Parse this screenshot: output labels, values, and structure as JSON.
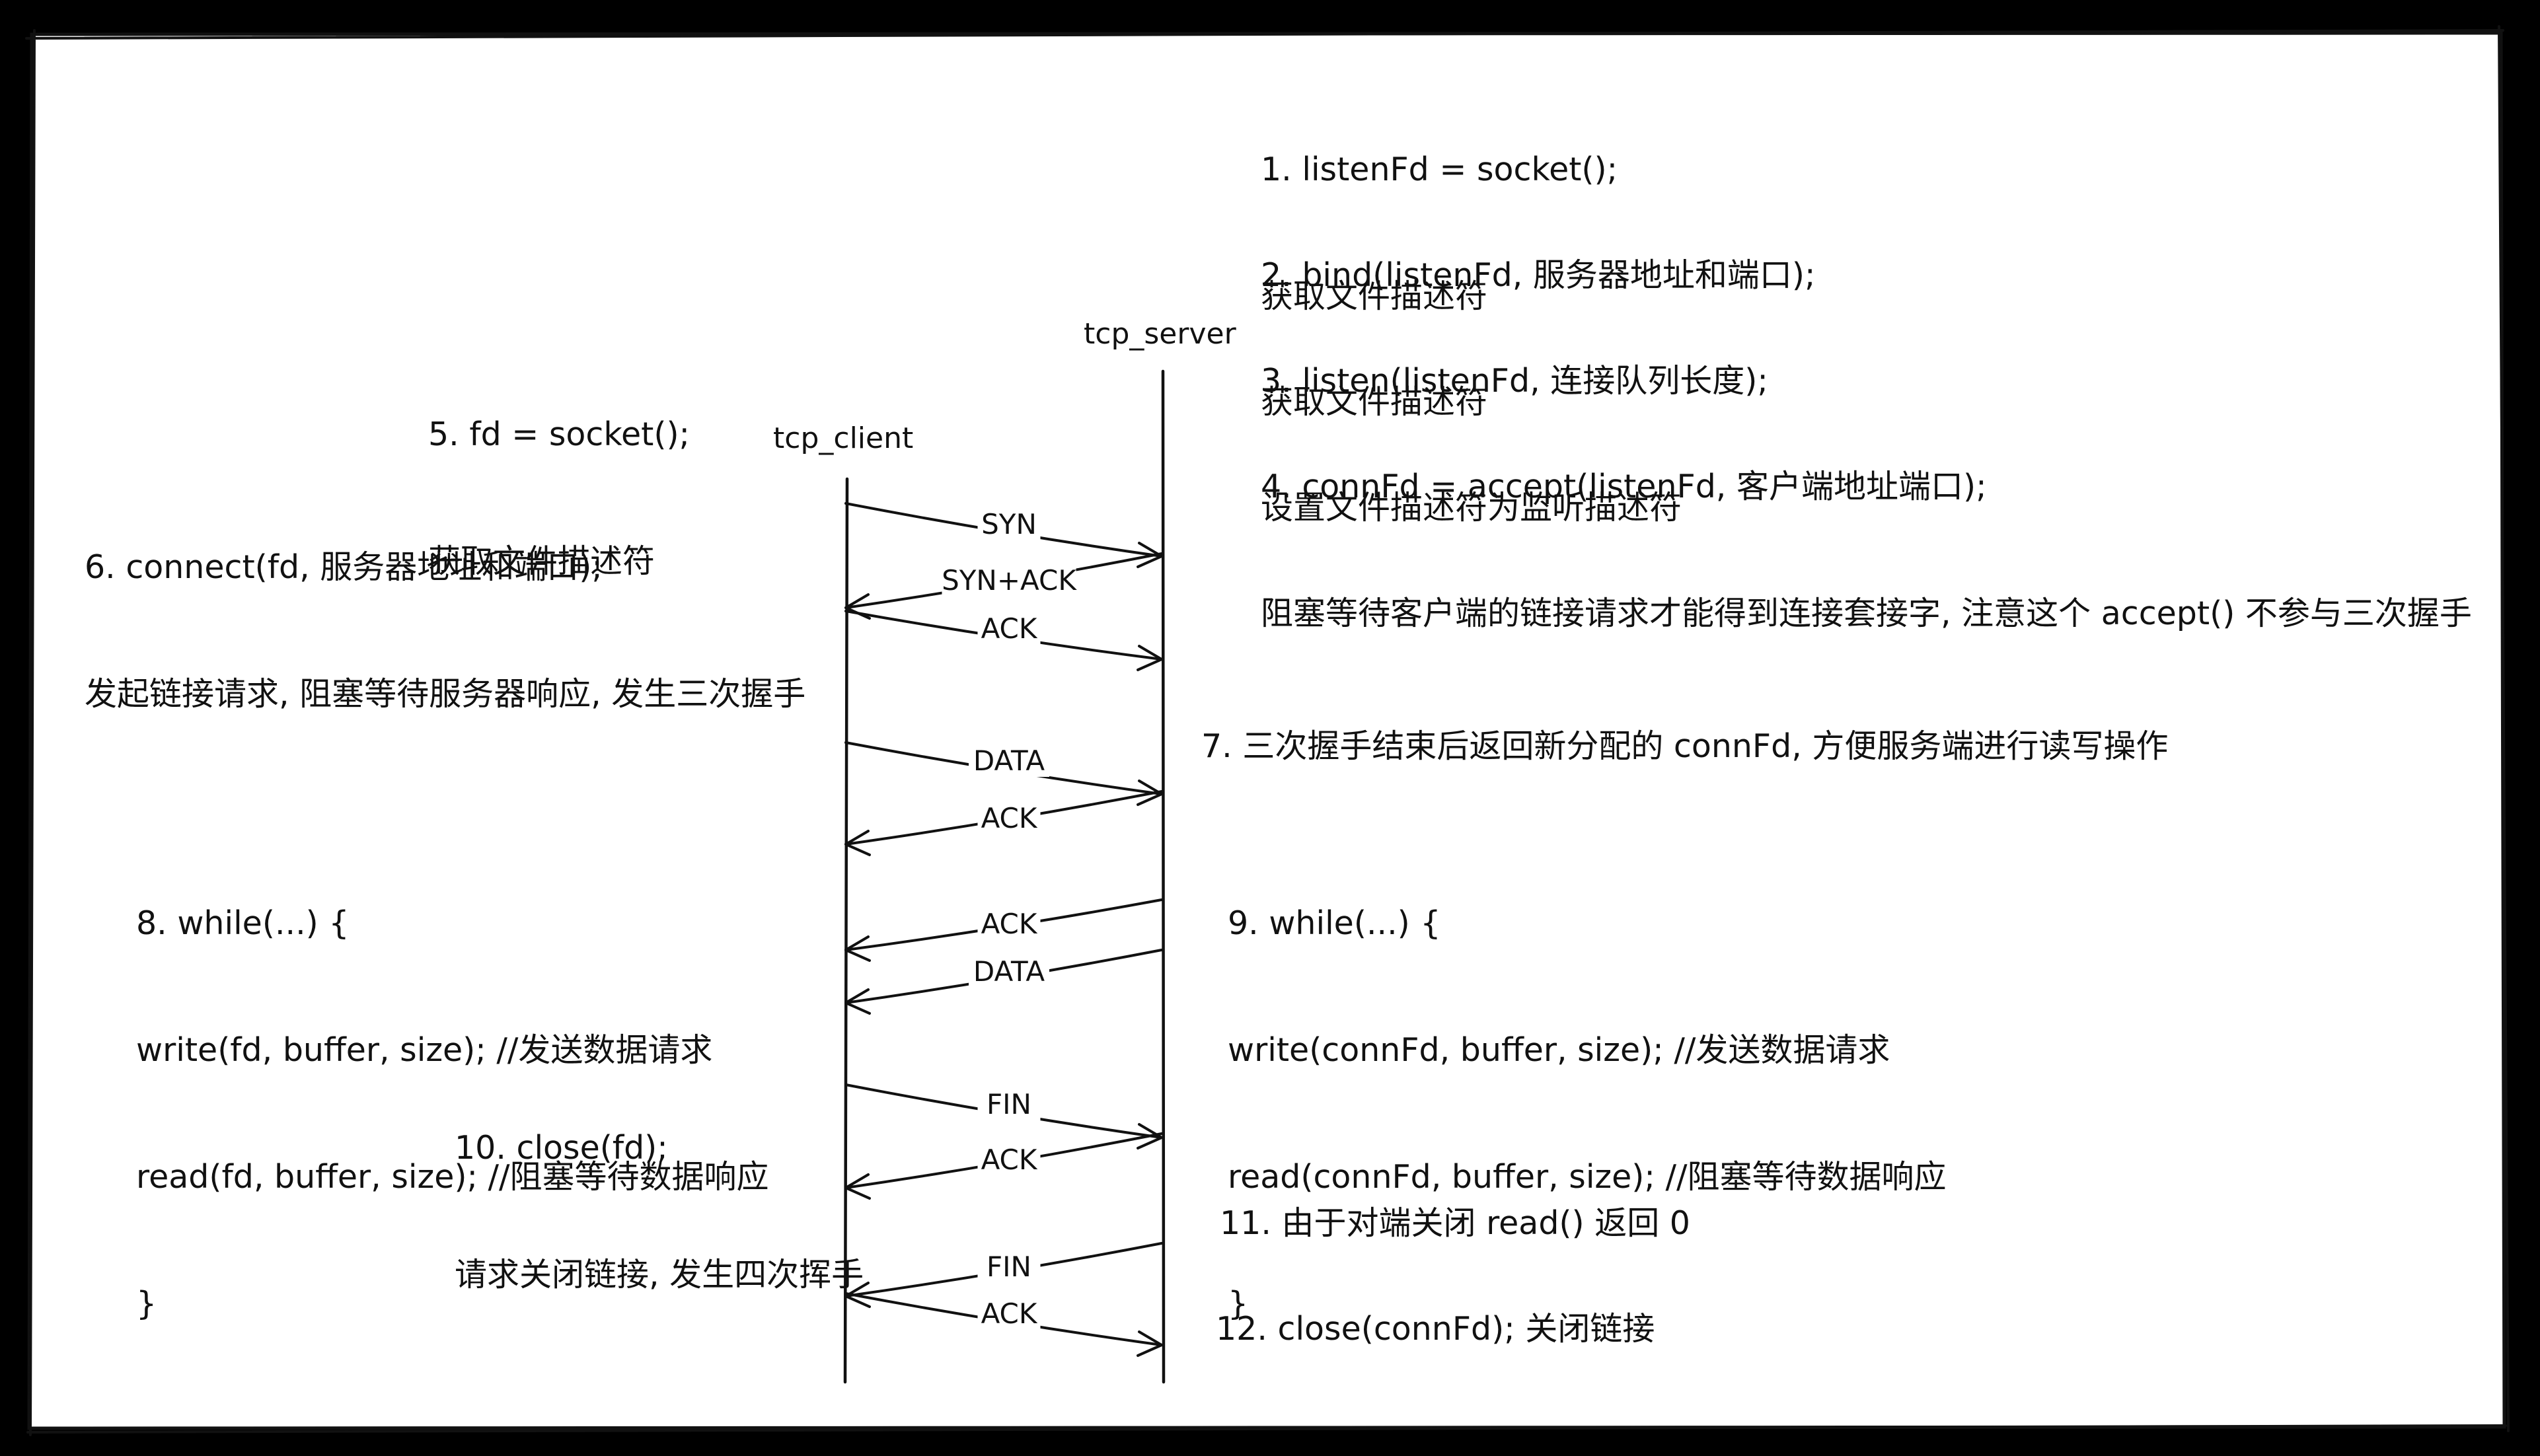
{
  "participants": {
    "client": "tcp_client",
    "server": "tcp_server"
  },
  "messages": [
    {
      "label": "SYN",
      "direction": "client-to-server"
    },
    {
      "label": "SYN+ACK",
      "direction": "server-to-client"
    },
    {
      "label": "ACK",
      "direction": "client-to-server"
    },
    {
      "label": "DATA",
      "direction": "client-to-server"
    },
    {
      "label": "ACK",
      "direction": "server-to-client"
    },
    {
      "label": "ACK",
      "direction": "server-to-client"
    },
    {
      "label": "DATA",
      "direction": "server-to-client"
    },
    {
      "label": "FIN",
      "direction": "client-to-server"
    },
    {
      "label": "ACK",
      "direction": "server-to-client"
    },
    {
      "label": "FIN",
      "direction": "server-to-client"
    },
    {
      "label": "ACK",
      "direction": "client-to-server"
    }
  ],
  "notes": {
    "n1": [
      "1. listenFd = socket();",
      "获取文件描述符"
    ],
    "n2": [
      "2. bind(listenFd, 服务器地址和端口);",
      "获取文件描述符"
    ],
    "n3": [
      "3. listen(listenFd, 连接队列长度);",
      "设置文件描述符为监听描述符"
    ],
    "n4": [
      "4. connFd = accept(listenFd, 客户端地址端口);",
      "阻塞等待客户端的链接请求才能得到连接套接字, 注意这个 accept() 不参与三次握手"
    ],
    "n5": [
      "5. fd = socket();",
      "获取文件描述符"
    ],
    "n6": [
      "6. connect(fd, 服务器地址和端口);",
      "发起链接请求, 阻塞等待服务器响应, 发生三次握手"
    ],
    "n7": [
      "7. 三次握手结束后返回新分配的 connFd, 方便服务端进行读写操作"
    ],
    "n8": [
      "8. while(...) {",
      "write(fd, buffer, size); //发送数据请求",
      "read(fd, buffer, size); //阻塞等待数据响应",
      "}"
    ],
    "n9": [
      "9. while(...) {",
      "write(connFd, buffer, size); //发送数据请求",
      "read(connFd, buffer, size); //阻塞等待数据响应",
      "}"
    ],
    "n10": [
      "10. close(fd);",
      "请求关闭链接, 发生四次挥手"
    ],
    "n11": [
      "11. 由于对端关闭 read() 返回 0"
    ],
    "n12": [
      "12. close(connFd); 关闭链接"
    ]
  }
}
